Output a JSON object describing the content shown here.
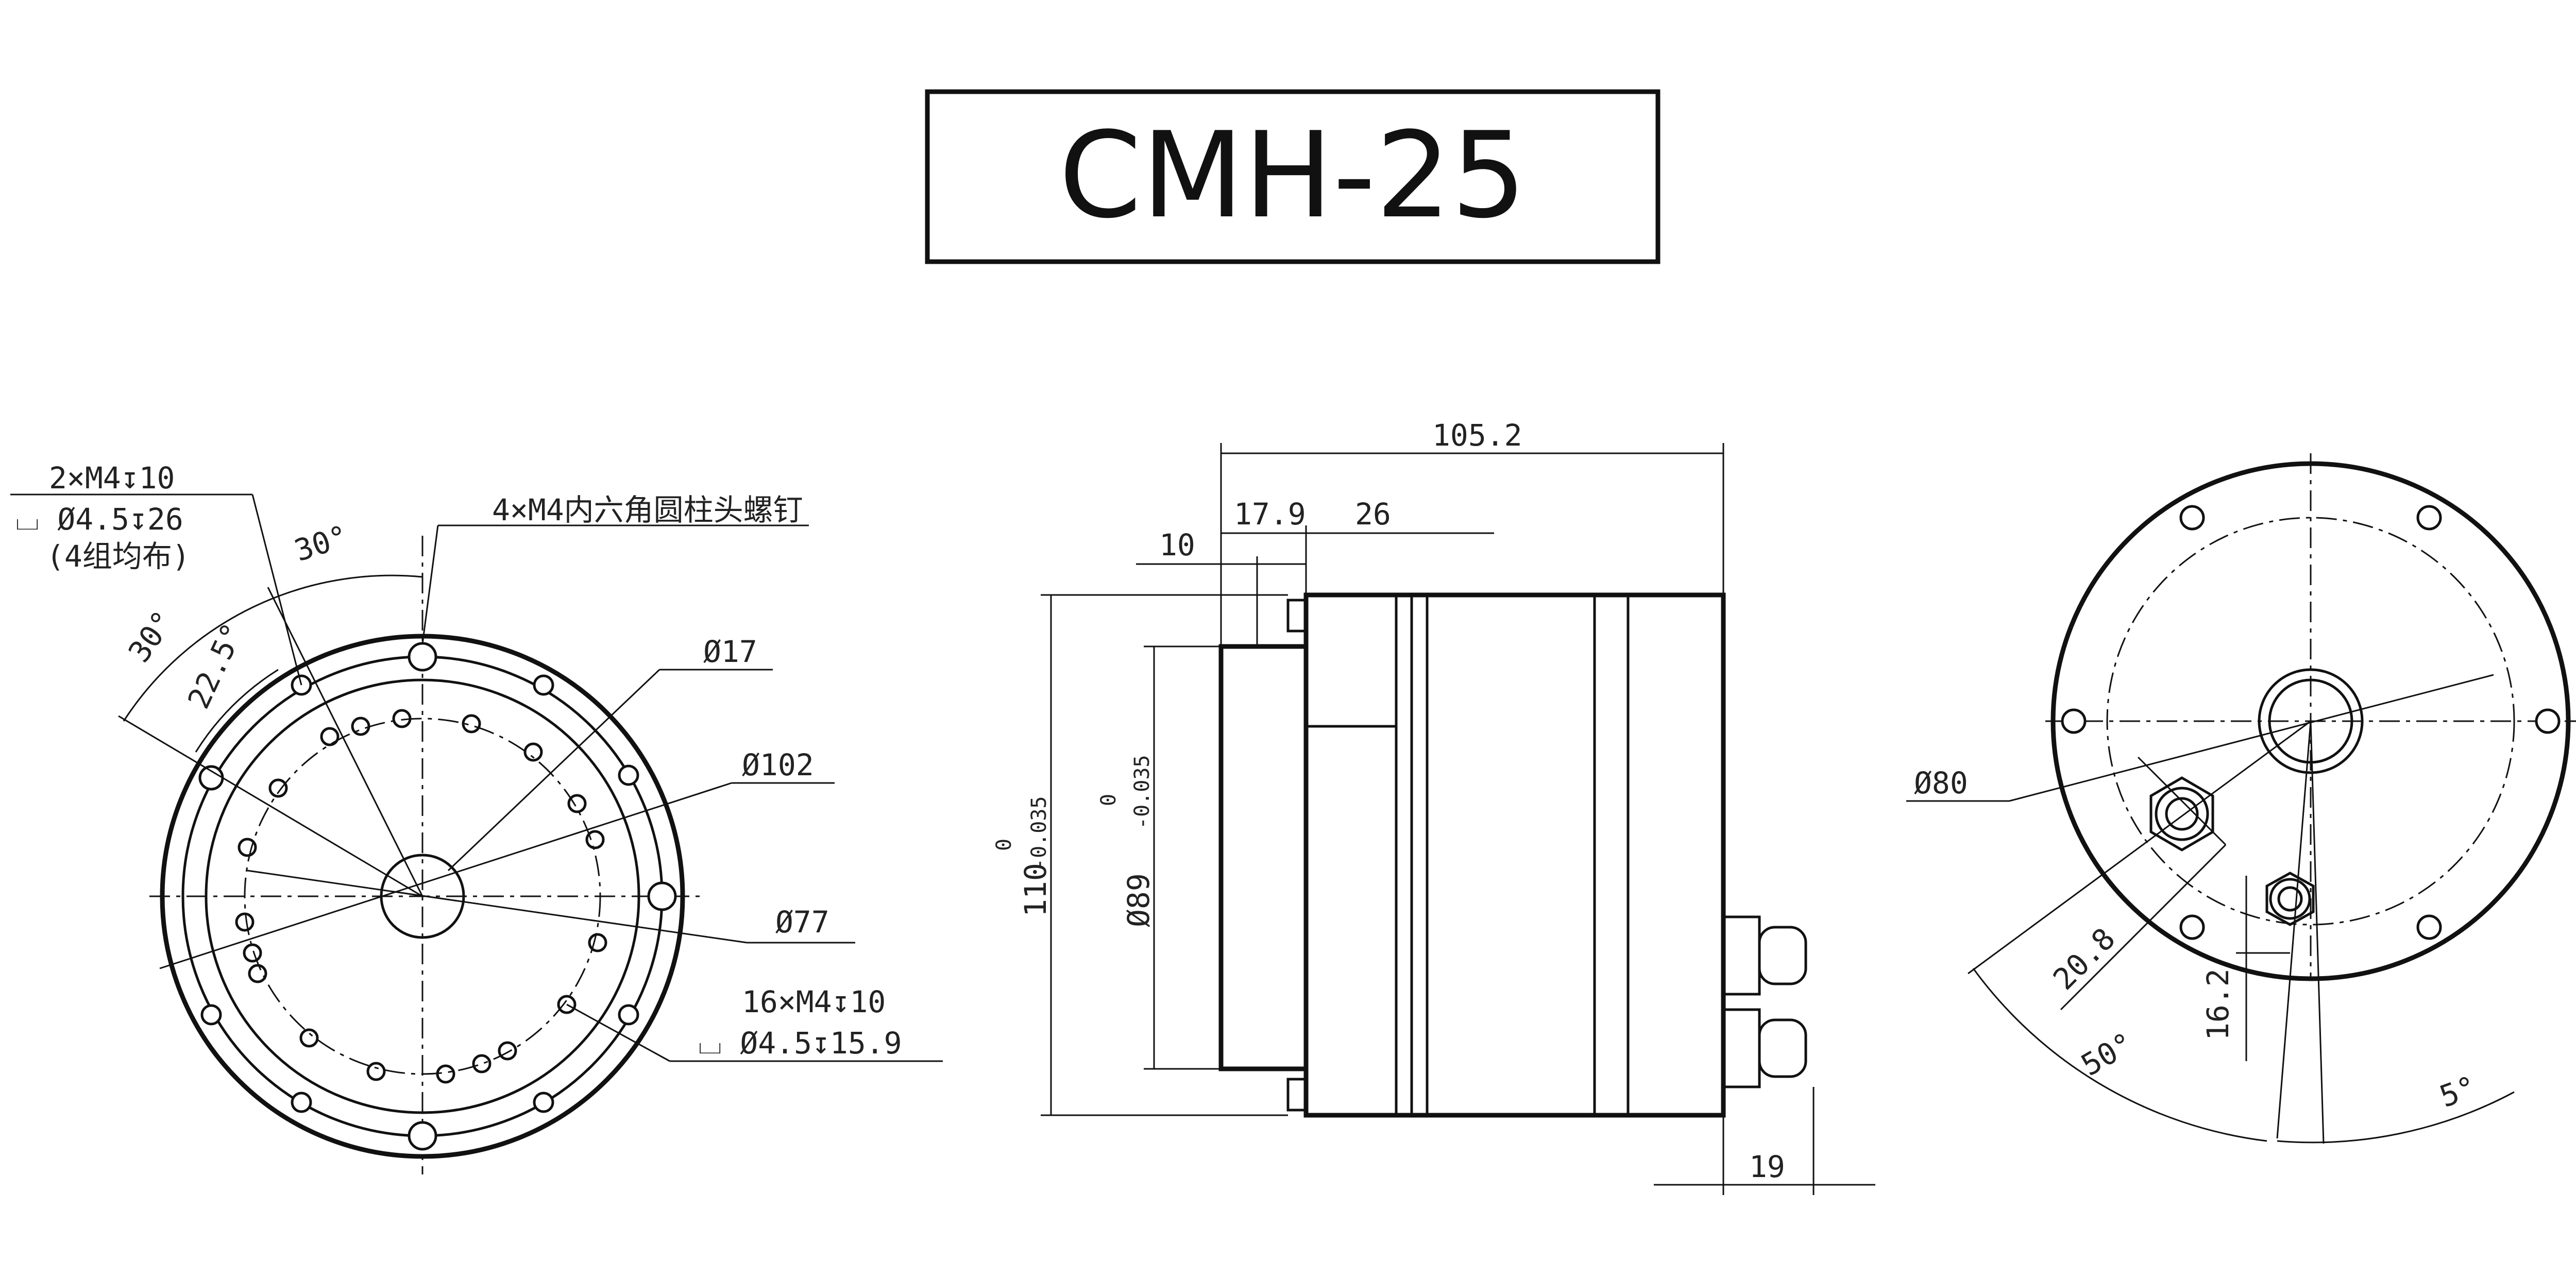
{
  "title": "CMH-25",
  "front_view": {
    "label_top_hole": "2×M4↧10",
    "label_top_counterbore": "⌴ Ø4.5↧26",
    "label_group": "(4组均布)",
    "label_screw": "4×M4内六角圆柱头螺钉",
    "angle_30a": "30°",
    "angle_30b": "30°",
    "angle_22_5": "22.5°",
    "dia_17": "Ø17",
    "dia_102": "Ø102",
    "dia_77": "Ø77",
    "label_16_hole": "16×M4↧10",
    "label_16_counterbore": "⌴ Ø4.5↧15.9"
  },
  "side_view": {
    "len_total": "105.2",
    "len_10": "10",
    "len_17_9": "17.9",
    "len_26": "26",
    "dia_110": "110",
    "dia_110_tol_upper": "0",
    "dia_110_tol_lower": "-0.035",
    "dia_89": "Ø89",
    "dia_89_tol_upper": "0",
    "dia_89_tol_lower": "-0.035",
    "len_19": "19"
  },
  "rear_view": {
    "dia_80": "Ø80",
    "dim_20_8": "20.8",
    "dim_16_2": "16.2",
    "angle_50": "50°",
    "angle_5": "5°"
  }
}
